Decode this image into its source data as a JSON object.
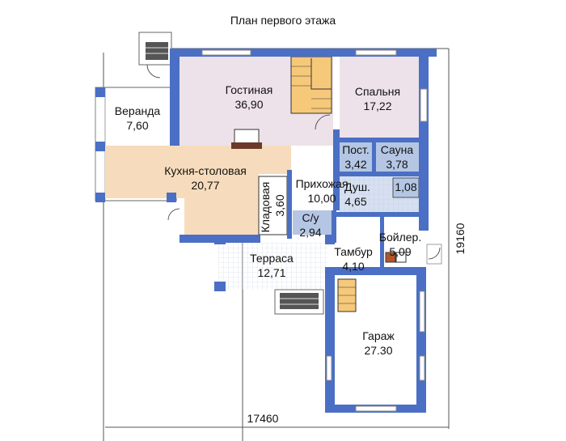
{
  "title": "План первого этажа",
  "dimensions": {
    "width": "17460",
    "height": "19160"
  },
  "rooms": {
    "living": {
      "name": "Гостиная",
      "area": "36,90"
    },
    "bedroom": {
      "name": "Спальня",
      "area": "17,22"
    },
    "veranda": {
      "name": "Веранда",
      "area": "7,60"
    },
    "kitchen": {
      "name": "Кухня-столовая",
      "area": "20,77"
    },
    "laundry": {
      "name": "Пост.",
      "area": "3,42"
    },
    "sauna": {
      "name": "Сауна",
      "area": "3,78"
    },
    "shower": {
      "name": "Душ.",
      "area": "4,65"
    },
    "shower_small": {
      "area": "1,08"
    },
    "hallway": {
      "name": "Прихожая",
      "area": "10,00"
    },
    "pantry": {
      "name": "Кладовая",
      "area": "3,60"
    },
    "wc": {
      "name": "С/у",
      "area": "2,94"
    },
    "boiler": {
      "name": "Бойлер.",
      "area": "5,09"
    },
    "vestibule": {
      "name": "Тамбур",
      "area": "4,10"
    },
    "terrace": {
      "name": "Терраса",
      "area": "12,71"
    },
    "garage": {
      "name": "Гараж",
      "area": "27.30"
    }
  },
  "colors": {
    "wall": "#4a6fc4",
    "living_fill": "#ede2ea",
    "kitchen_fill": "#f6dcbc",
    "wet_fill": "#b4c6e4",
    "stair_fill": "#f6c97a",
    "line": "#333333"
  }
}
